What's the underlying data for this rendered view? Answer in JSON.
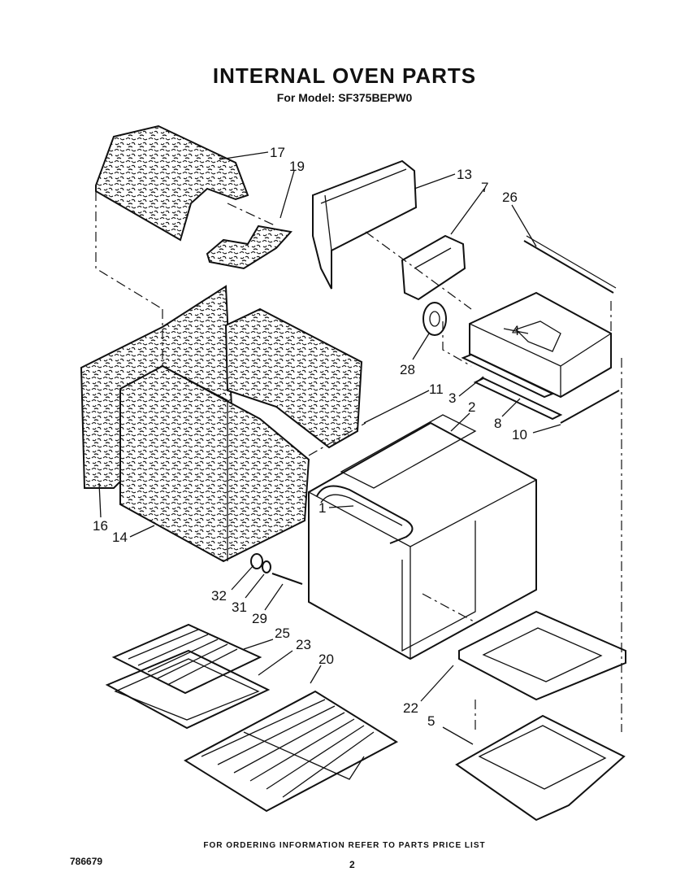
{
  "header": {
    "title": "INTERNAL OVEN PARTS",
    "subtitle": "For Model: SF375BEPW0"
  },
  "footer": {
    "note": "FOR ORDERING INFORMATION REFER TO PARTS PRICE LIST",
    "doc_number": "786679",
    "page_number": "2"
  },
  "callouts": {
    "c17": "17",
    "c19": "19",
    "c13": "13",
    "c7": "7",
    "c26": "26",
    "c4": "4",
    "c28": "28",
    "c11": "11",
    "c2": "2",
    "c3": "3",
    "c8": "8",
    "c10": "10",
    "c1": "1",
    "c16": "16",
    "c14": "14",
    "c32": "32",
    "c31": "31",
    "c29": "29",
    "c25": "25",
    "c23": "23",
    "c20": "20",
    "c22": "22",
    "c5": "5"
  }
}
